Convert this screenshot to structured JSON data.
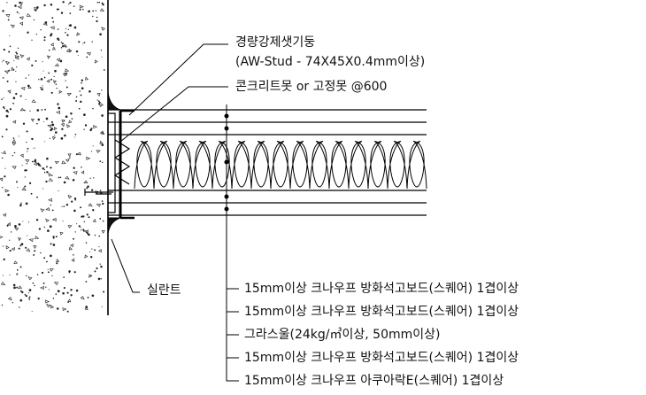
{
  "labels": {
    "stud_name": "경량강제샛기둥",
    "stud_spec": "(AW-Stud - 74X45X0.4mm이상)",
    "anchor": "콘크리트못 or 고정못 @600",
    "sealant": "실란트",
    "layers": [
      "15mm이상 크나우프 방화석고보드(스퀘어) 1겹이상",
      "15mm이상 크나우프 방화석고보드(스퀘어) 1겹이상",
      "그라스울(24kg/㎥이상, 50mm이상)",
      "15mm이상 크나우프 방화석고보드(스퀘어) 1겹이상",
      "15mm이상 크나우프 아쿠아락E(스퀘어) 1겹이상"
    ]
  }
}
